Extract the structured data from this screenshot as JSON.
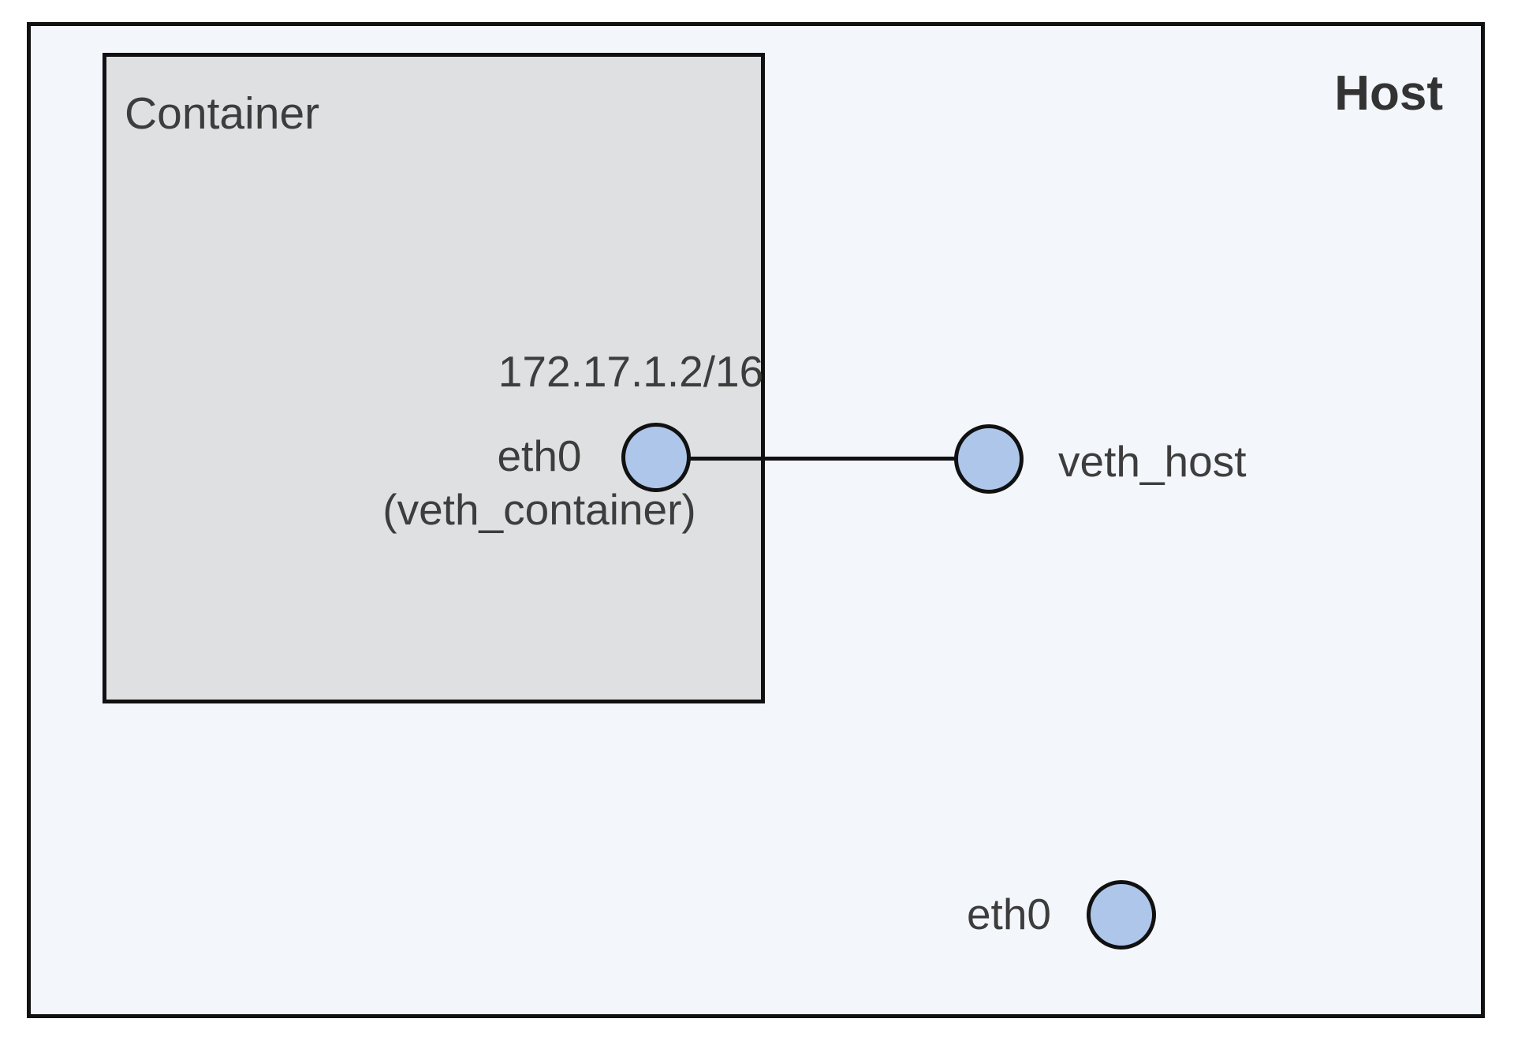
{
  "diagram": {
    "type": "container-network-topology",
    "host": {
      "label": "Host"
    },
    "container": {
      "label": "Container",
      "interface": {
        "ip": "172.17.1.2/16",
        "name_line1": "eth0",
        "name_line2": "(veth_container)"
      }
    },
    "veth_host": {
      "label": "veth_host"
    },
    "host_eth0": {
      "label": "eth0"
    },
    "edges": [
      {
        "from": "container-eth0",
        "to": "veth-host",
        "style": "solid"
      }
    ],
    "colors": {
      "page_bg": "#ffffff",
      "host_bg": "#f3f6fb",
      "container_bg": "#dfe0e1",
      "node_fill": "#aec6ea",
      "stroke": "#111111",
      "text": "#3d3d3d",
      "host_label_text": "#333333"
    }
  }
}
